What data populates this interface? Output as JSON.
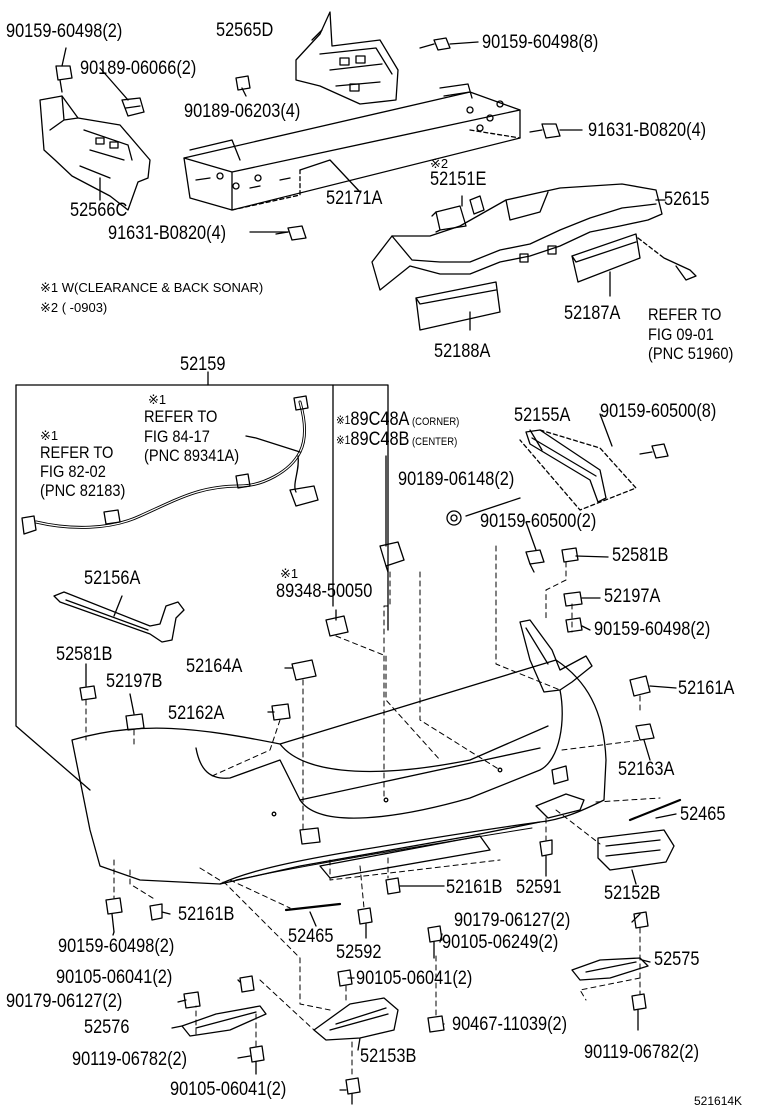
{
  "notes": {
    "note1": "※1 W(CLEARANCE & BACK SONAR)",
    "note2": "※2 (        -0903)"
  },
  "markers": {
    "m1": "※1",
    "m2": "※2"
  },
  "parts": {
    "p_90159_60498_2_a": "90159-60498(2)",
    "p_52565D": "52565D",
    "p_90159_60498_8": "90159-60498(8)",
    "p_90189_06066_2": "90189-06066(2)",
    "p_90189_06203_4": "90189-06203(4)",
    "p_91631_B0820_4_a": "91631-B0820(4)",
    "p_52566C": "52566C",
    "p_52171A": "52171A",
    "p_52151E": "52151E",
    "p_52615": "52615",
    "p_91631_B0820_4_b": "91631-B0820(4)",
    "p_52187A": "52187A",
    "p_52188A": "52188A",
    "p_52159": "52159",
    "p_89C48A": "89C48A",
    "p_89C48A_tag": "(CORNER)",
    "p_89C48B": "89C48B",
    "p_89C48B_tag": "(CENTER)",
    "p_52155A": "52155A",
    "p_90159_60500_8": "90159-60500(8)",
    "p_90189_06148_2": "90189-06148(2)",
    "p_90159_60500_2": "90159-60500(2)",
    "p_52581B_a": "52581B",
    "p_52156A": "52156A",
    "p_89348_50050": "89348-50050",
    "p_52197A": "52197A",
    "p_90159_60498_2_b": "90159-60498(2)",
    "p_52581B_b": "52581B",
    "p_52164A": "52164A",
    "p_52197B": "52197B",
    "p_52161A_a": "52161A",
    "p_52162A": "52162A",
    "p_52163A": "52163A",
    "p_52465_a": "52465",
    "p_52161B_a": "52161B",
    "p_52591": "52591",
    "p_52152B": "52152B",
    "p_52161B_b": "52161B",
    "p_90179_06127_2_a": "90179-06127(2)",
    "p_90159_60498_2_c": "90159-60498(2)",
    "p_52465_b": "52465",
    "p_90105_06249_2": "90105-06249(2)",
    "p_52592": "52592",
    "p_52575": "52575",
    "p_90105_06041_2_a": "90105-06041(2)",
    "p_90105_06041_2_b": "90105-06041(2)",
    "p_90179_06127_2_b": "90179-06127(2)",
    "p_52576": "52576",
    "p_90467_11039_2": "90467-11039(2)",
    "p_90119_06782_2_a": "90119-06782(2)",
    "p_52153B": "52153B",
    "p_90119_06782_2_b": "90119-06782(2)",
    "p_90105_06041_2_c": "90105-06041(2)"
  },
  "refs": {
    "ref1": {
      "line1": "REFER TO",
      "line2": "FIG 09-01",
      "line3": "(PNC 51960)"
    },
    "ref2": {
      "line1": "REFER TO",
      "line2": "FIG 84-17",
      "line3": "(PNC 89341A)"
    },
    "ref3": {
      "line1": "REFER TO",
      "line2": "FIG 82-02",
      "line3": "(PNC 82183)"
    }
  },
  "diagram_code": "521614K"
}
